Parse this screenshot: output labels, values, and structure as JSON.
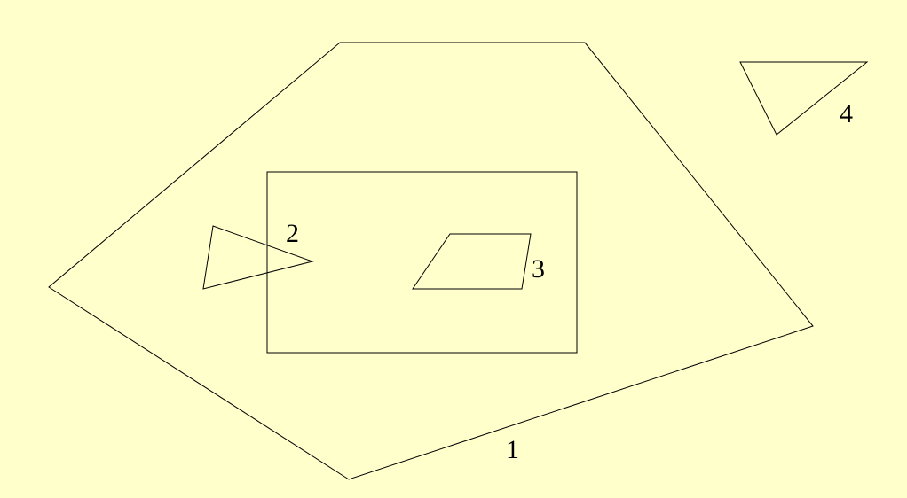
{
  "background_color": "#ffffcc",
  "stroke_color": "#000000",
  "labels": {
    "polygon_1": "1",
    "triangle_2": "2",
    "parallelogram_3": "3",
    "triangle_4": "4"
  }
}
